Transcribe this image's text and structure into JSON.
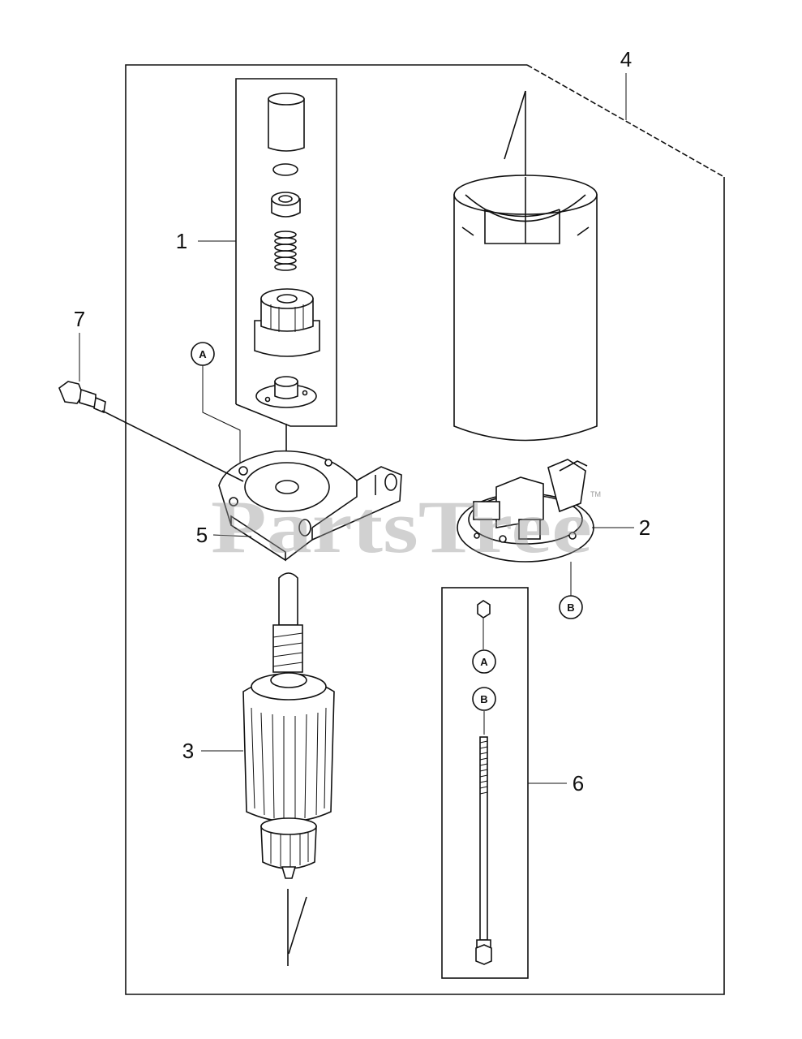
{
  "callouts": {
    "c1": "1",
    "c2": "2",
    "c3": "3",
    "c4": "4",
    "c5": "5",
    "c6": "6",
    "c7": "7"
  },
  "refs": {
    "a_top": "A",
    "b_right": "B",
    "a_kit": "A",
    "b_kit": "B"
  },
  "watermark": {
    "text": "PartsTree",
    "trademark": "TM"
  }
}
